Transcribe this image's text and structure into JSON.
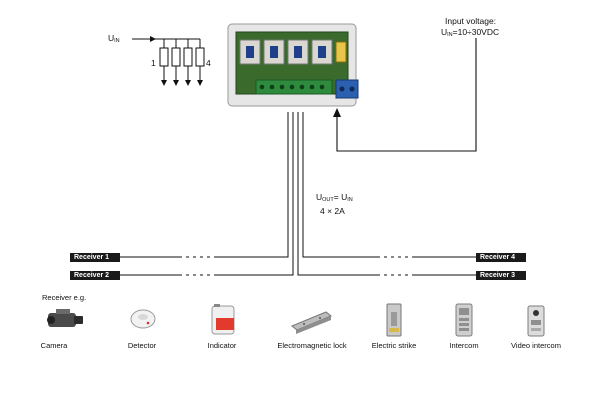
{
  "input": {
    "title": "Input voltage:",
    "u_main": "U",
    "u_sub": "IN",
    "range": "=10÷30VDC"
  },
  "output": {
    "u_out_main": "U",
    "u_out_sub": "OUT",
    "equals": "= U",
    "u_in_sub": "IN",
    "rating": "4 × 2A"
  },
  "schematic": {
    "u_main": "U",
    "u_sub": "IN",
    "first_index": "1",
    "last_index": "4"
  },
  "receivers": [
    {
      "label": "Receiver 1"
    },
    {
      "label": "Receiver 2"
    },
    {
      "label": "Receiver 4"
    },
    {
      "label": "Receiver 3"
    }
  ],
  "examples_title": "Receiver e.g.",
  "devices": [
    {
      "label": "Camera",
      "icon": "camera-icon"
    },
    {
      "label": "Detector",
      "icon": "detector-icon"
    },
    {
      "label": "Indicator",
      "icon": "indicator-icon"
    },
    {
      "label": "Electromagnetic lock",
      "icon": "electromagnetic-lock-icon"
    },
    {
      "label": "Electric strike",
      "icon": "electric-strike-icon"
    },
    {
      "label": "Intercom",
      "icon": "intercom-icon"
    },
    {
      "label": "Video intercom",
      "icon": "video-intercom-icon"
    }
  ],
  "colors": {
    "pcb": "#3a6b2c",
    "terminal_green": "#2e8b3d",
    "terminal_blue": "#2b5fb0",
    "wire": "#111111",
    "label_bg": "#1a1a1a"
  }
}
